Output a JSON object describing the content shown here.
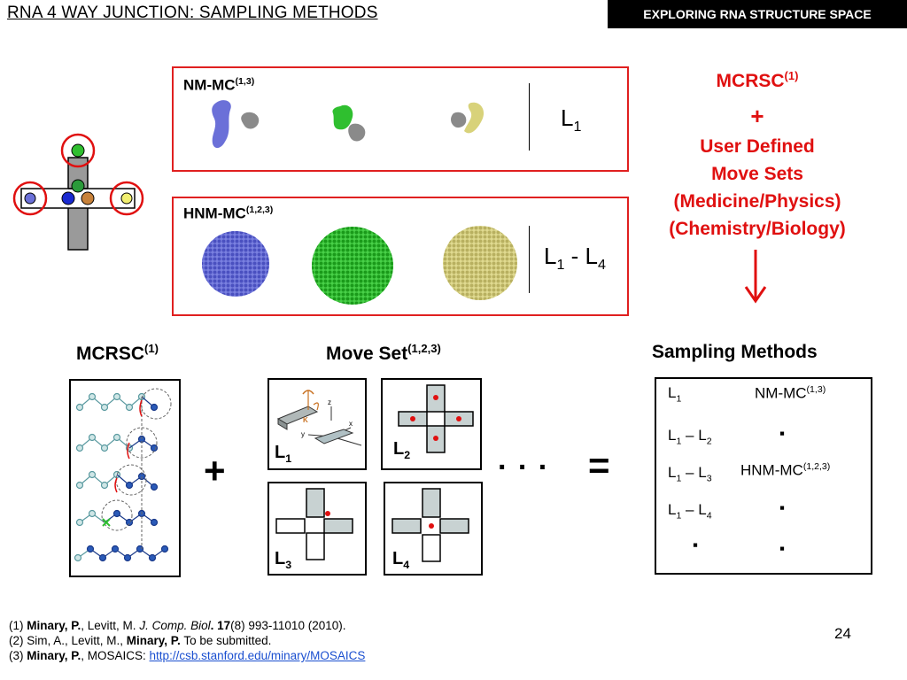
{
  "header": {
    "title": "RNA 4 WAY JUNCTION: SAMPLING METHODS",
    "banner": "EXPLORING RNA STRUCTURE SPACE"
  },
  "nm_box": {
    "label": "NM-MC",
    "sup": "(1,3)",
    "level_main": "L",
    "level_sub": "1"
  },
  "hnm_box": {
    "label": "HNM-MC",
    "sup": "(1,2,3)",
    "range_a": "L",
    "range_a_sub": "1",
    "range_sep": " - L",
    "range_b_sub": "4"
  },
  "mcrsc_side": {
    "title": "MCRSC",
    "sup": "(1)",
    "plus": "+",
    "lines": [
      "User Defined",
      "Move Sets",
      "(Medicine/Physics)",
      "(Chemistry/Biology)"
    ],
    "arrow": "↓"
  },
  "mcrsc_lower": {
    "title": "MCRSC",
    "sup": "(1)"
  },
  "move_set": {
    "title": "Move Set",
    "sup": "(1,2,3)",
    "panels": [
      {
        "letter": "L",
        "sub": "1"
      },
      {
        "letter": "L",
        "sub": "2"
      },
      {
        "letter": "L",
        "sub": "3"
      },
      {
        "letter": "L",
        "sub": "4"
      }
    ],
    "plus": "+",
    "ellipsis": ". . .",
    "equals": "="
  },
  "axis_labels": {
    "k": "K",
    "z": "z",
    "y": "y",
    "x": "x"
  },
  "sampling": {
    "title": "Sampling Methods",
    "rows": [
      {
        "l": "L",
        "l_sub": "1",
        "method": "NM-MC",
        "method_sup": "(1,3)"
      },
      {
        "l": "L",
        "l_sub": "1",
        "sep": " – L",
        "l2_sub": "2",
        "method": "▪"
      },
      {
        "l": "L",
        "l_sub": "1",
        "sep": " – L",
        "l2_sub": "3",
        "method": "HNM-MC",
        "method_sup": "(1,2,3)"
      },
      {
        "l": "L",
        "l_sub": "1",
        "sep": " – L",
        "l2_sub": "4",
        "method": "▪"
      },
      {
        "l": "▪",
        "method": "▪"
      }
    ]
  },
  "references": {
    "r1": {
      "num": "(1) ",
      "author": "Minary, P.",
      "rest1": ",  Levitt, M. ",
      "journal": "J. Comp. Biol",
      "dot": ".",
      "vol": " 17",
      "rest2": "(8) 993-11010  (2010)."
    },
    "r2": {
      "num": "(2) ",
      "pre": "Sim, A., Levitt, M., ",
      "author": "Minary, P.",
      "rest": "  To be submitted."
    },
    "r3": {
      "num": "(3) ",
      "author": "Minary, P.",
      "pre": ", MOSAICS: ",
      "url": "http://csb.stanford.edu/minary/MOSAICS"
    }
  },
  "page_number": "24",
  "colors": {
    "red": "#e01010",
    "blue": "#6b70d8",
    "green": "#2fbf2f",
    "yellow": "#d8d27a",
    "gray": "#9a9a9a",
    "panel_fill": "#c8d2d2"
  }
}
